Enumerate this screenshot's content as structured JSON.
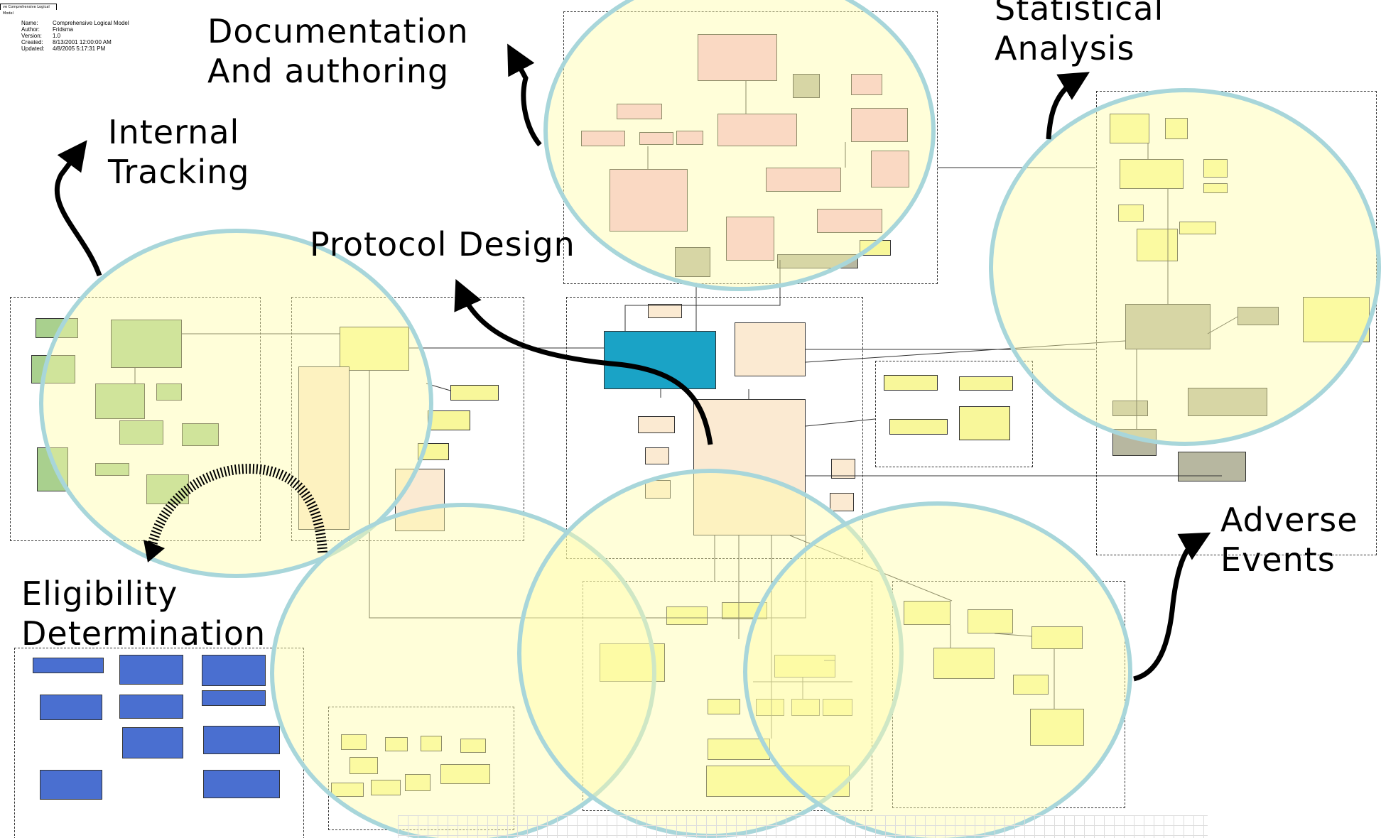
{
  "window": {
    "tab_label": "ve Comprehensive Logical Model"
  },
  "model_info": {
    "rows": [
      {
        "key": "Name:",
        "value": "Comprehensive Logical Model"
      },
      {
        "key": "Author:",
        "value": "Fridsma"
      },
      {
        "key": "Version:",
        "value": "1.0"
      },
      {
        "key": "Created:",
        "value": "8/13/2001 12:00:00 AM"
      },
      {
        "key": "Updated:",
        "value": "4/8/2005 5:17:31 PM"
      }
    ]
  },
  "callouts": {
    "documentation": [
      "Documentation",
      "And authoring"
    ],
    "statistical": [
      "Statistical",
      "Analysis"
    ],
    "internal": [
      "Internal",
      "Tracking"
    ],
    "protocol": [
      "Protocol Design"
    ],
    "eligibility": [
      "Eligibility",
      "Determination"
    ],
    "adverse": [
      "Adverse",
      "Events"
    ]
  },
  "colors": {
    "circle_border": "#a8d6da",
    "circle_fill": "#fffdaa",
    "pink_class": "#f6bcd8",
    "yellow_class": "#f8f79a",
    "green_class": "#a9d08e",
    "blue_class": "#4a6fd0",
    "teal_class": "#1aa3c6"
  },
  "icons": [
    "curved-arrow-icon"
  ]
}
